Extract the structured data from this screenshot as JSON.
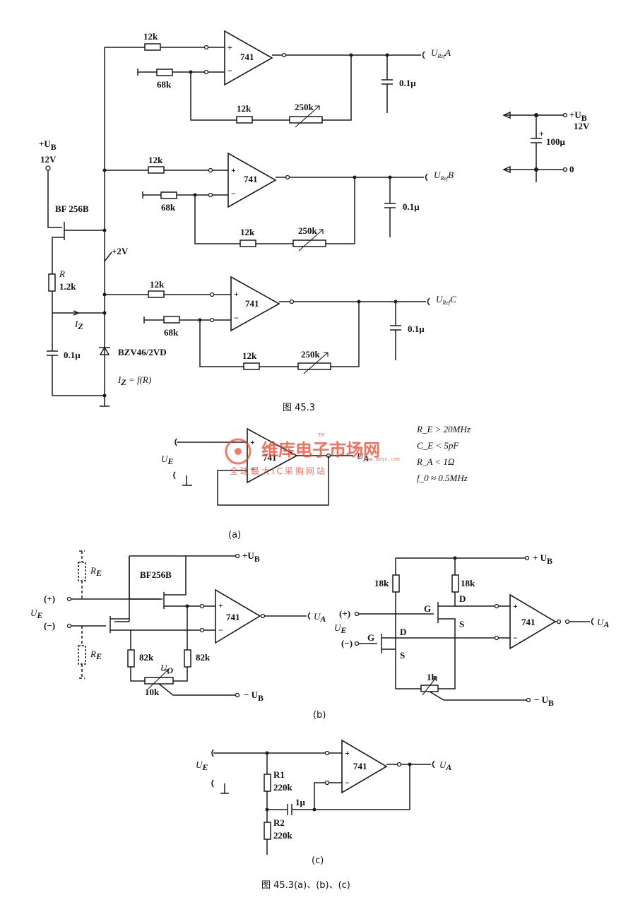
{
  "diagram": {
    "fig_main": {
      "ub_label": "+U",
      "ub_sub": "B",
      "ub_volt": "12V",
      "fet": "BF 256B",
      "r_name": "R",
      "r_val": "1.2k",
      "iz": "I",
      "iz_sub": "Z",
      "cap": "0.1μ",
      "vref": "+2V",
      "zener": "BZV46/2VD",
      "iz_eq": "I",
      "iz_eq_rest": "= f(R)",
      "stages": [
        {
          "r_in": "12k",
          "r_gnd": "68k",
          "opamp": "741",
          "r_fb": "12k",
          "pot": "250k",
          "cap": "0.1μ",
          "out": "U",
          "out_sub": "Ref",
          "out_letter": "A"
        },
        {
          "r_in": "12k",
          "r_gnd": "68k",
          "opamp": "741",
          "r_fb": "12k",
          "pot": "250k",
          "cap": "0.1μ",
          "out": "U",
          "out_sub": "Ref",
          "out_letter": "B"
        },
        {
          "r_in": "12k",
          "r_gnd": "68k",
          "opamp": "741",
          "r_fb": "12k",
          "pot": "250k",
          "cap": "0.1μ",
          "out": "U",
          "out_sub": "Ref",
          "out_letter": "C"
        }
      ],
      "supply": {
        "ub": "+U",
        "ub_sub": "B",
        "volt": "12V",
        "cap": "100μ",
        "gnd": "0",
        "plus": "+"
      },
      "caption": "图 45.3"
    },
    "fig_a": {
      "ue": "U",
      "ue_sub": "E",
      "opamp": "741",
      "out": "U",
      "out_sub": "A",
      "specs": [
        "R_E > 20MHz",
        "C_E < 5pF",
        "R_A < 1Ω",
        "f_0 ≈ 0.5MHz"
      ],
      "caption": "(a)"
    },
    "fig_b_left": {
      "ub": "+U",
      "ub_sub": "B",
      "fet": "BF256B",
      "re_top": "R",
      "re_sub": "E",
      "re_bot": "R",
      "plus_in": "(+)",
      "minus_in": "(−)",
      "ue": "U",
      "ue_sub": "E",
      "opamp": "741",
      "out": "U",
      "out_sub": "A",
      "r1": "82k",
      "r2": "82k",
      "uo": "U",
      "uo_sub": "O",
      "pot": "10k",
      "neg_ub": "− U",
      "neg_ub_sub": "B"
    },
    "fig_b_right": {
      "ub": "+ U",
      "ub_sub": "B",
      "r1": "18k",
      "r2": "18k",
      "plus_in": "(+)",
      "minus_in": "(−)",
      "ue": "U",
      "ue_sub": "E",
      "g": "G",
      "d": "D",
      "s": "S",
      "opamp": "741",
      "out": "U",
      "out_sub": "A",
      "pot": "1k",
      "neg_ub": "− U",
      "neg_ub_sub": "B"
    },
    "fig_b_caption": "(b)",
    "fig_c": {
      "ue": "U",
      "ue_sub": "E",
      "r1_name": "R1",
      "r1_val": "220k",
      "r2_name": "R2",
      "r2_val": "220k",
      "cap": "1μ",
      "opamp": "741",
      "out": "U",
      "out_sub": "A",
      "caption": "(c)"
    },
    "bottom_caption": "图 45.3(a)、(b)、(c)"
  },
  "watermark": {
    "brand": "维库电子市场网",
    "tm": "TM",
    "url": "www.dzsc.com",
    "slogan": "全球最大IC采购网站"
  },
  "colors": {
    "ink": "#1a1a1a",
    "watermark": "#e8432e"
  }
}
